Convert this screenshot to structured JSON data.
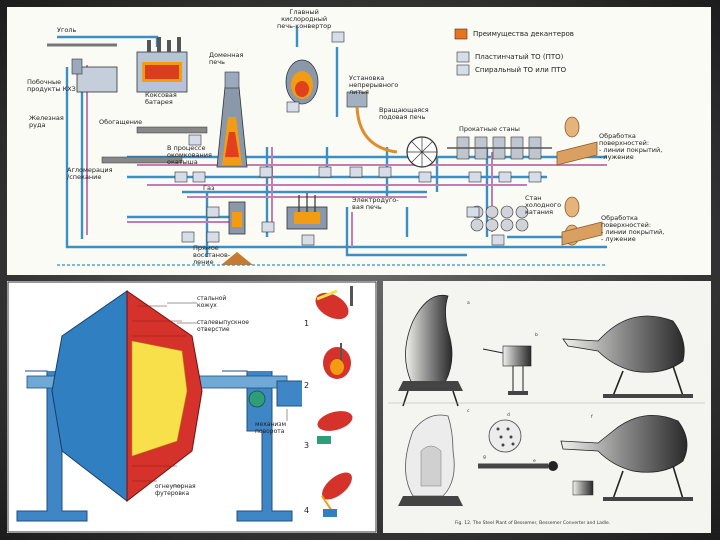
{
  "top_diagram": {
    "labels": {
      "coal": "Уголь",
      "oxygen_converter": "Главный\nкислородный\nпечь-конвертор",
      "blast_furnace": "Доменная\nпечь",
      "byproducts": "Побочные\nпродукты КХЗ",
      "coke_battery": "Коксовая\nбатарея",
      "iron_ore": "Железная\nруда",
      "beneficiation": "Обогащение",
      "agglomeration": "Агломерация\n/спекание",
      "pelletizing": "В процессе\nокомкования\nокатыша",
      "gas": "Газ",
      "direct_reduction": "Прямое\nвосстанов-\nление",
      "continuous_casting": "Установка\nнепрерывного\nлитья",
      "reheating_furnace": "Вращающаяся\nподовая печь",
      "hot_rolling": "Прокатные станы",
      "eaf": "Электродуго-\nвая печь",
      "cold_rolling": "Стан\nхолодного\nкатания",
      "surface_treatment_1": "Обработка\nповерхностей:\n- линии покрытий,\n- лужение",
      "surface_treatment_2": "Обработка\nповерхностей:\n- линии покрытий,\n- лужение"
    },
    "legend": {
      "title": "Преимущества декантеров",
      "item_plate": "Пластинчатый ТО (ПТО)",
      "item_spiral": "Спиральный ТО или ПТО"
    }
  },
  "converter_diagram": {
    "labels": {
      "steel_shell": "стальной\nкожух",
      "tap_hole": "сталевыпускное\nотверстие",
      "refractory_lining": "огнеупорная\nфутеровка",
      "tilt_mechanism": "механизм\nповорота"
    },
    "steps": [
      "1",
      "2",
      "3",
      "4"
    ]
  },
  "bessemer_plate": {
    "letters": [
      "a",
      "b",
      "c",
      "d",
      "e",
      "f",
      "g"
    ],
    "caption": "Fig. 12. The Steel Plant of Bessemer, Bessemer Converter and Ladle."
  },
  "colors": {
    "pipe_blue": "#3a8fc4",
    "pipe_pink": "#c77bb0",
    "fire": "#f39c12",
    "converter_blue": "#2f7fc1",
    "converter_red": "#d4322a",
    "legend_orange": "#e8731c"
  }
}
